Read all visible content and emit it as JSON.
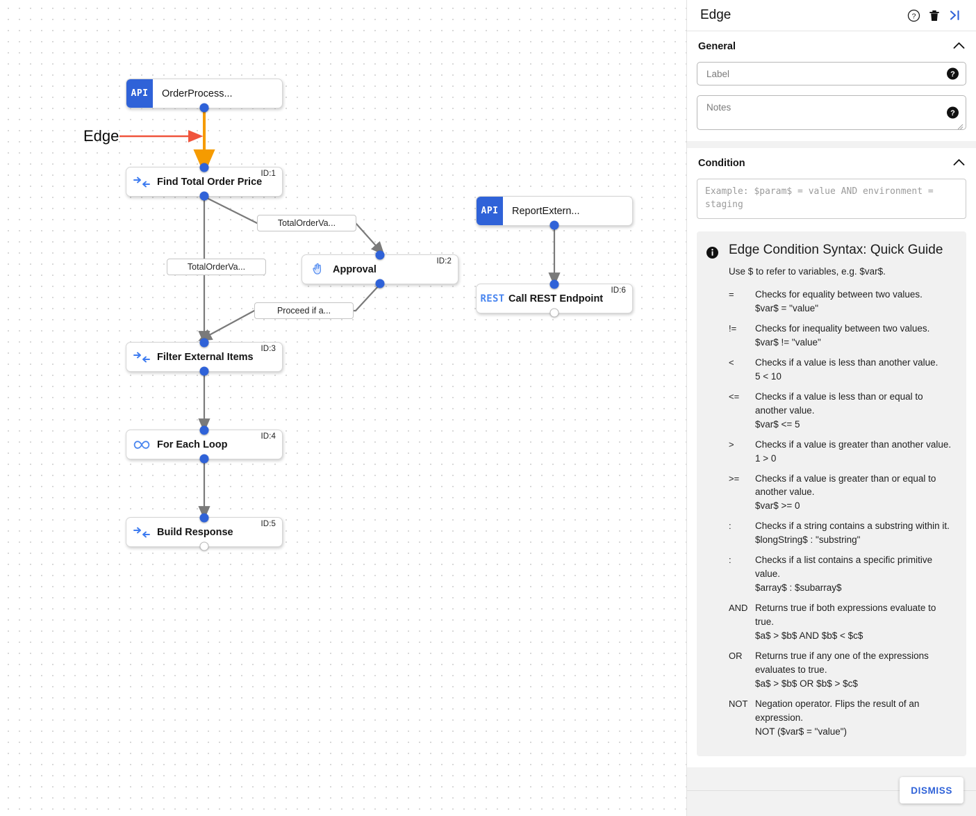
{
  "canvas": {
    "annotation": {
      "label": "Edge",
      "arrow_color": "#f0543c"
    },
    "highlight_edge_color": "#f59b00",
    "nodes": [
      {
        "id": "n0",
        "kind": "api",
        "badge": "API",
        "label": "OrderProcess...",
        "idtag": ""
      },
      {
        "id": "n1",
        "kind": "task",
        "icon": "merge-arrows-icon",
        "label": "Find Total Order Price",
        "idtag": "ID:1"
      },
      {
        "id": "n2",
        "kind": "task",
        "icon": "hand-icon",
        "label": "Approval",
        "idtag": "ID:2"
      },
      {
        "id": "n3",
        "kind": "task",
        "icon": "merge-arrows-icon",
        "label": "Filter External Items",
        "idtag": "ID:3"
      },
      {
        "id": "n4",
        "kind": "task",
        "icon": "infinity-icon",
        "label": "For Each Loop",
        "idtag": "ID:4"
      },
      {
        "id": "n5",
        "kind": "task",
        "icon": "merge-arrows-icon",
        "label": "Build Response",
        "idtag": "ID:5"
      },
      {
        "id": "n6",
        "kind": "api",
        "badge": "API",
        "label": "ReportExtern...",
        "idtag": ""
      },
      {
        "id": "n7",
        "kind": "rest",
        "badge": "REST",
        "label": "Call REST Endpoint",
        "idtag": "ID:6"
      }
    ],
    "edge_labels": [
      {
        "id": "e1",
        "text": "TotalOrderVa..."
      },
      {
        "id": "e2",
        "text": "TotalOrderVa..."
      },
      {
        "id": "e3",
        "text": "Proceed if a..."
      }
    ]
  },
  "panel": {
    "title": "Edge",
    "header_icons": [
      {
        "name": "help-icon",
        "glyph": "?"
      },
      {
        "name": "delete-icon",
        "glyph": "trash"
      },
      {
        "name": "collapse-icon",
        "glyph": ">|"
      }
    ],
    "general": {
      "heading": "General",
      "label_field": {
        "placeholder": "Label",
        "value": ""
      },
      "notes_field": {
        "placeholder": "Notes",
        "value": ""
      }
    },
    "condition": {
      "heading": "Condition",
      "placeholder": "Example: $param$ = value AND environment = staging",
      "value": ""
    },
    "guide": {
      "title": "Edge Condition Syntax: Quick Guide",
      "subtitle": "Use $ to refer to variables, e.g. $var$.",
      "operators": [
        {
          "symbol": "=",
          "description": "Checks for equality between two values.",
          "example": "$var$ = \"value\""
        },
        {
          "symbol": "!=",
          "description": "Checks for inequality between two values.",
          "example": "$var$ != \"value\""
        },
        {
          "symbol": "<",
          "description": "Checks if a value is less than another value.",
          "example": "5 < 10"
        },
        {
          "symbol": "<=",
          "description": "Checks if a value is less than or equal to another value.",
          "example": "$var$ <= 5"
        },
        {
          "symbol": ">",
          "description": "Checks if a value is greater than another value.",
          "example": "1 > 0"
        },
        {
          "symbol": ">=",
          "description": "Checks if a value is greater than or equal to another value.",
          "example": "$var$ >= 0"
        },
        {
          "symbol": ":",
          "description": "Checks if a string contains a substring within it.",
          "example": "$longString$ : \"substring\""
        },
        {
          "symbol": ":",
          "description": "Checks if a list contains a specific primitive value.",
          "example": "$array$ : $subarray$"
        },
        {
          "symbol": "AND",
          "description": "Returns true if both expressions evaluate to true.",
          "example": "$a$ > $b$ AND $b$ < $c$"
        },
        {
          "symbol": "OR",
          "description": "Returns true if any one of the expressions evaluates to true.",
          "example": "$a$ > $b$ OR $b$ > $c$"
        },
        {
          "symbol": "NOT",
          "description": "Negation operator. Flips the result of an expression.",
          "example": "NOT ($var$ = \"value\")"
        }
      ]
    },
    "footer": {
      "dismiss_label": "DISMISS"
    }
  },
  "colors": {
    "accent_blue": "#2f62d8",
    "port_blue": "#2f62d8",
    "edge_gray": "#7a7a7a",
    "highlight_orange": "#f59b00",
    "annotation_red": "#f0543c"
  }
}
